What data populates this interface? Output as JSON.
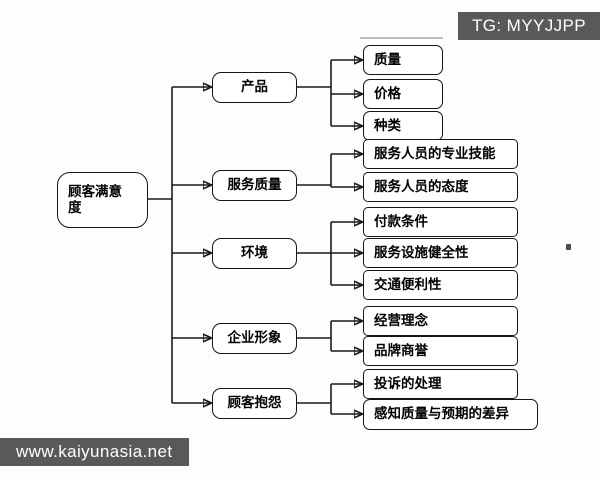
{
  "document": {
    "type": "tree-diagram",
    "title_text": "顾客满意度",
    "background_color": "#fdfdfd",
    "line_color": "#1a1a1a"
  },
  "watermarks": {
    "top_right": "TG: MYYJJPP",
    "bottom_left": "www.kaiyunasia.net",
    "badge_color": "#595959",
    "badge_text_color": "#ffffff"
  },
  "root": {
    "label": "顾客满意\n度",
    "label_line1": "顾客满意",
    "label_line2": "度"
  },
  "branches": [
    {
      "label": "产品"
    },
    {
      "label": "服务质量"
    },
    {
      "label": "环境"
    },
    {
      "label": "企业形象"
    },
    {
      "label": "顾客抱怨"
    }
  ],
  "leaves": [
    {
      "label": "质量",
      "parent": "产品"
    },
    {
      "label": "价格",
      "parent": "产品"
    },
    {
      "label": "种类",
      "parent": "产品"
    },
    {
      "label": "服务人员的专业技能",
      "parent": "服务质量"
    },
    {
      "label": "服务人员的态度",
      "parent": "服务质量"
    },
    {
      "label": "付款条件",
      "parent": "环境"
    },
    {
      "label": "服务设施健全性",
      "parent": "环境"
    },
    {
      "label": "交通便利性",
      "parent": "环境"
    },
    {
      "label": "经营理念",
      "parent": "企业形象"
    },
    {
      "label": "品牌商誉",
      "parent": "企业形象"
    },
    {
      "label": "投诉的处理",
      "parent": "顾客抱怨"
    },
    {
      "label": "感知质量与预期的差异",
      "parent": "顾客抱怨"
    }
  ]
}
